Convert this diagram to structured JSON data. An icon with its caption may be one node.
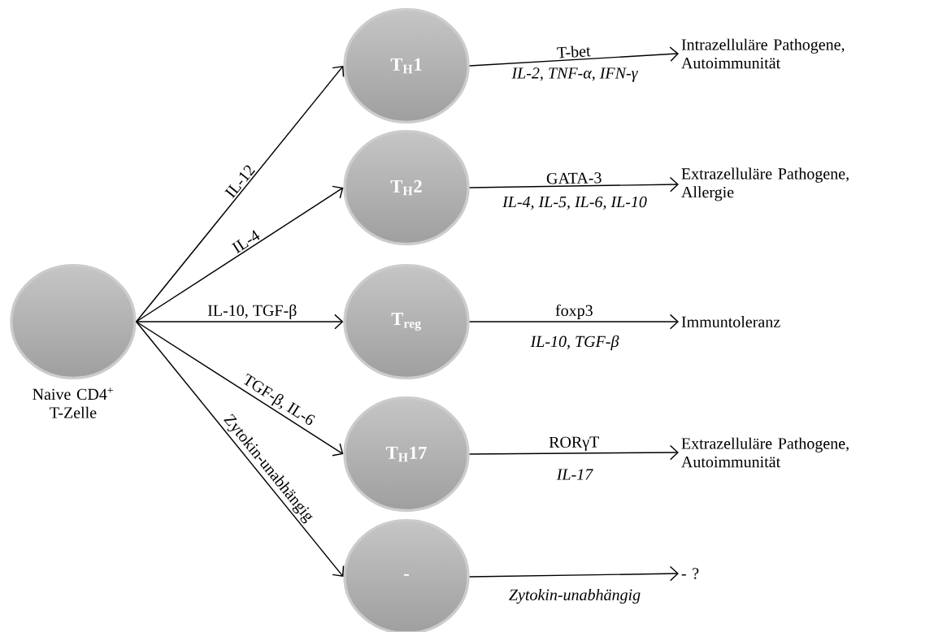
{
  "diagram": {
    "nodes": [
      {
        "text": [
          "Naive CD4$^{+}$ T-Zelle"
        ]
      },
      {
        "text": [
          "T$_{H}$1"
        ]
      },
      {
        "text": [
          "T$_{H}$2"
        ]
      },
      {
        "text": [
          "T$_{reg}$"
        ]
      },
      {
        "text": [
          "T$_{H}$17"
        ]
      },
      {
        "text": [
          "-"
        ]
      },
      {
        "text": [
          "Intrazelluläre Pathogene, Autoimmunität"
        ]
      },
      {
        "text": [
          "Extrazelluläre Pathogene, Allergie"
        ]
      },
      {
        "text": [
          "Immuntoleranz"
        ]
      },
      {
        "text": [
          "Extrazelluläre Pathogene, Autoimmunität"
        ]
      },
      {
        "text": [
          "- ?"
        ]
      }
    ],
    "edges": [
      {
        "from": 0,
        "to": 1,
        "arrow": "to",
        "label": "IL-12"
      },
      {
        "from": 0,
        "to": 2,
        "arrow": "to",
        "label": "IL-4"
      },
      {
        "from": 0,
        "to": 3,
        "arrow": "to",
        "label": "IL-10, TGF-β"
      },
      {
        "from": 0,
        "to": 4,
        "arrow": "to",
        "label": "TGF-β, IL-6"
      },
      {
        "from": 0,
        "to": 5,
        "arrow": "to",
        "label": "Zytokin-unabhängig"
      },
      {
        "from": 1,
        "to": 6,
        "arrow": "to",
        "label": "T-bet"
      },
      {
        "from": 2,
        "to": 7,
        "arrow": "to",
        "label": "GATA-3"
      },
      {
        "from": 3,
        "to": 8,
        "arrow": "to",
        "label": "foxp3"
      },
      {
        "from": 4,
        "to": 9,
        "arrow": "to",
        "label": "RORγT"
      },
      {
        "from": 5,
        "to": 10,
        "arrow": "to"
      }
    ],
    "labels": [
      "IL-2, TNF-α, IFN-γ",
      "IL-4, IL-5, IL-6, IL-10",
      "IL-10, TGF-β",
      "IL-17",
      "Zytokin-unabhängig"
    ]
  }
}
